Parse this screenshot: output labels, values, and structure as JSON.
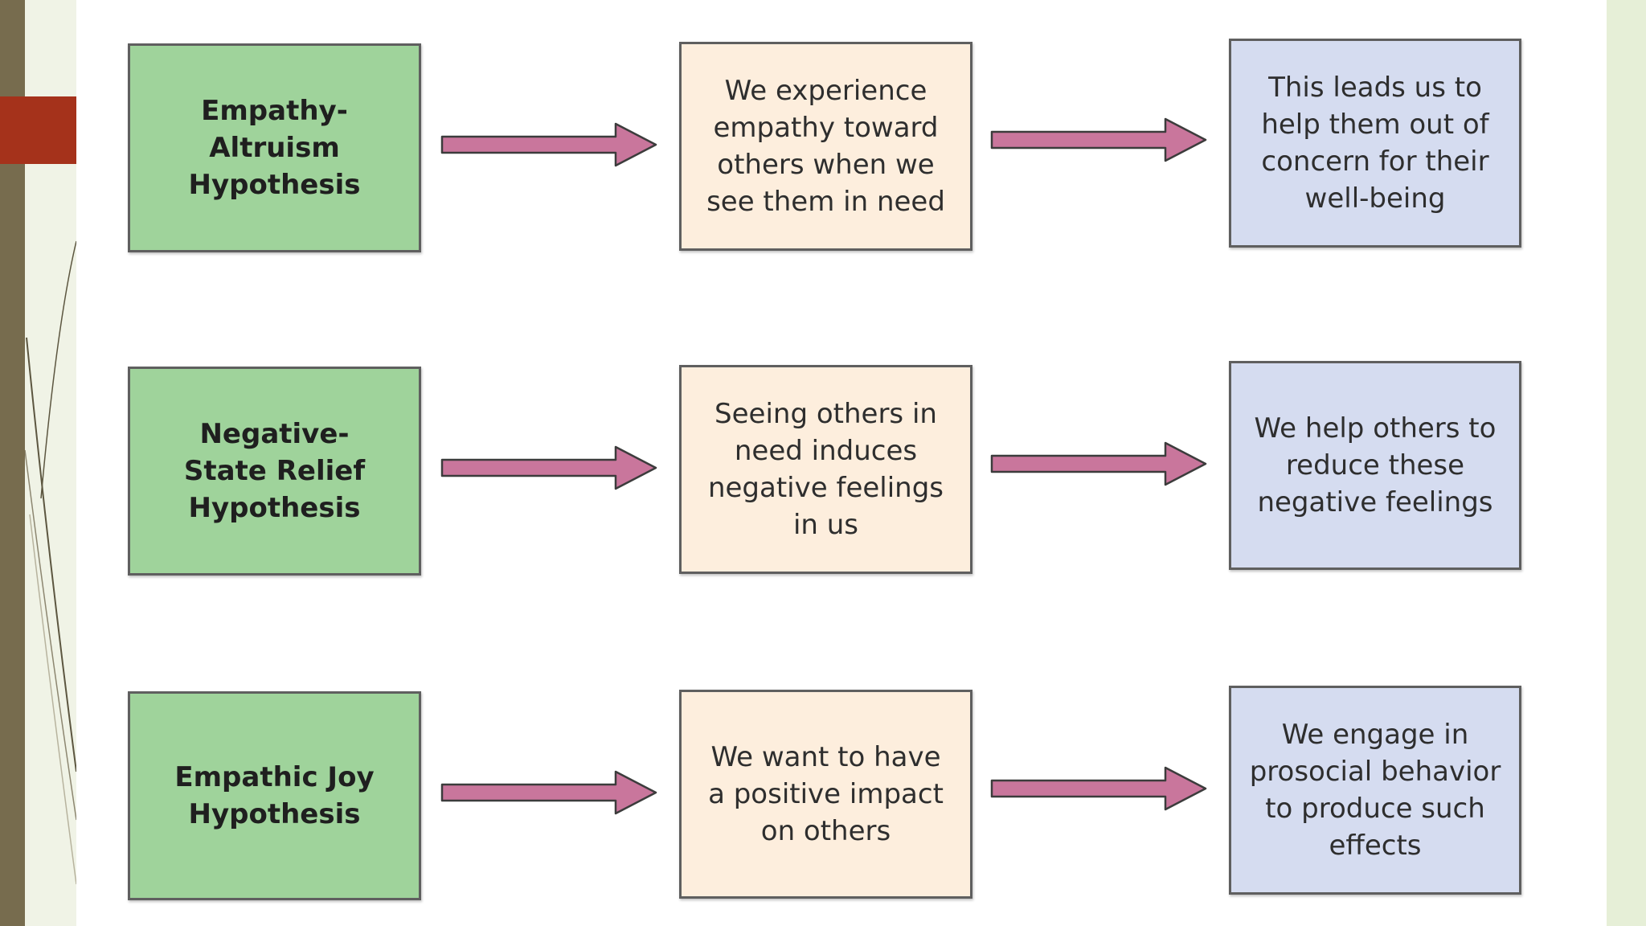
{
  "colors": {
    "hypothesis_fill": "#9fd39b",
    "middle_fill": "#fdeedd",
    "result_fill": "#d5dcf0",
    "arrow_fill": "#c9769c",
    "accent": "#a5321b"
  },
  "rows": [
    {
      "hypothesis": "Empathy-Altruism Hypothesis",
      "middle": "We experience empathy toward others when we see them in need",
      "result": "This leads us to help them out of concern for their well-being"
    },
    {
      "hypothesis": "Negative-State Relief Hypothesis",
      "middle": "Seeing others in need induces negative feelings in us",
      "result": "We help others to reduce these negative feelings"
    },
    {
      "hypothesis": "Empathic Joy Hypothesis",
      "middle": "We want to have a positive impact on others",
      "result": "We engage in prosocial behavior to produce such effects"
    }
  ]
}
